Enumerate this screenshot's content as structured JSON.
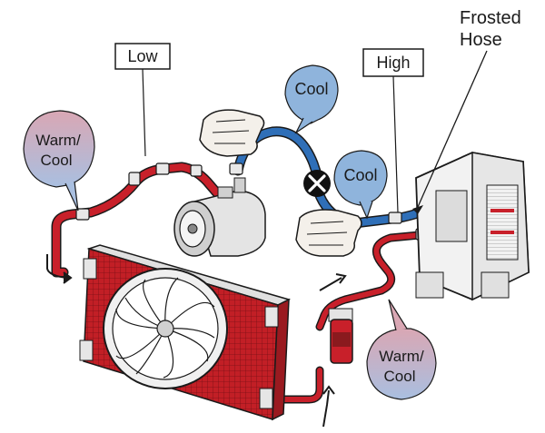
{
  "labels": {
    "low": "Low",
    "high": "High",
    "frosted_line1": "Frosted",
    "frosted_line2": "Hose",
    "cool_top": "Cool",
    "cool_mid": "Cool",
    "warm_left_line1": "Warm/",
    "warm_left_line2": "Cool",
    "warm_right_line1": "Warm/",
    "warm_right_line2": "Cool"
  },
  "colors": {
    "hose_red": "#c8202a",
    "hose_blue": "#2f6fb8",
    "bubble_blue": "#8fb4dc",
    "bubble_warm_top": "#c9a8c0",
    "bubble_warm_bottom": "#b8c8e0",
    "condenser_red": "#c21f26",
    "metal_gray": "#d9d9d9",
    "outline": "#1a1a1a"
  },
  "icons": {
    "blocked_valve": "x-circle-icon",
    "hands": "hand-icon",
    "compressor": "compressor-icon",
    "condenser_fan": "fan-icon",
    "receiver_drier": "drier-icon",
    "evaporator": "evaporator-icon"
  }
}
